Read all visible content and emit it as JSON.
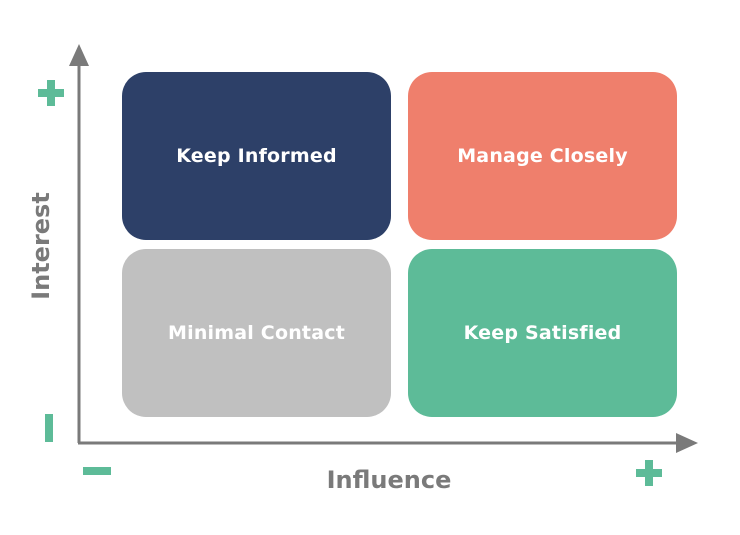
{
  "colors": {
    "axis": "#7a7a7a",
    "sign": "#5dbb98",
    "axis_label": "#7a7a7a",
    "text": "#ffffff"
  },
  "axes": {
    "x_label": "Influence",
    "y_label": "Interest",
    "x_low_icon": "minus-icon",
    "x_high_icon": "plus-icon",
    "y_low_icon": "minus-icon",
    "y_high_icon": "plus-icon"
  },
  "quadrants": [
    {
      "position": "top-left",
      "label": "Keep Informed",
      "color": "#2d4068"
    },
    {
      "position": "top-right",
      "label": "Manage Closely",
      "color": "#ef7f6c"
    },
    {
      "position": "bottom-left",
      "label": "Minimal Contact",
      "color": "#c0c0c0"
    },
    {
      "position": "bottom-right",
      "label": "Keep Satisfied",
      "color": "#5dbb98"
    }
  ]
}
